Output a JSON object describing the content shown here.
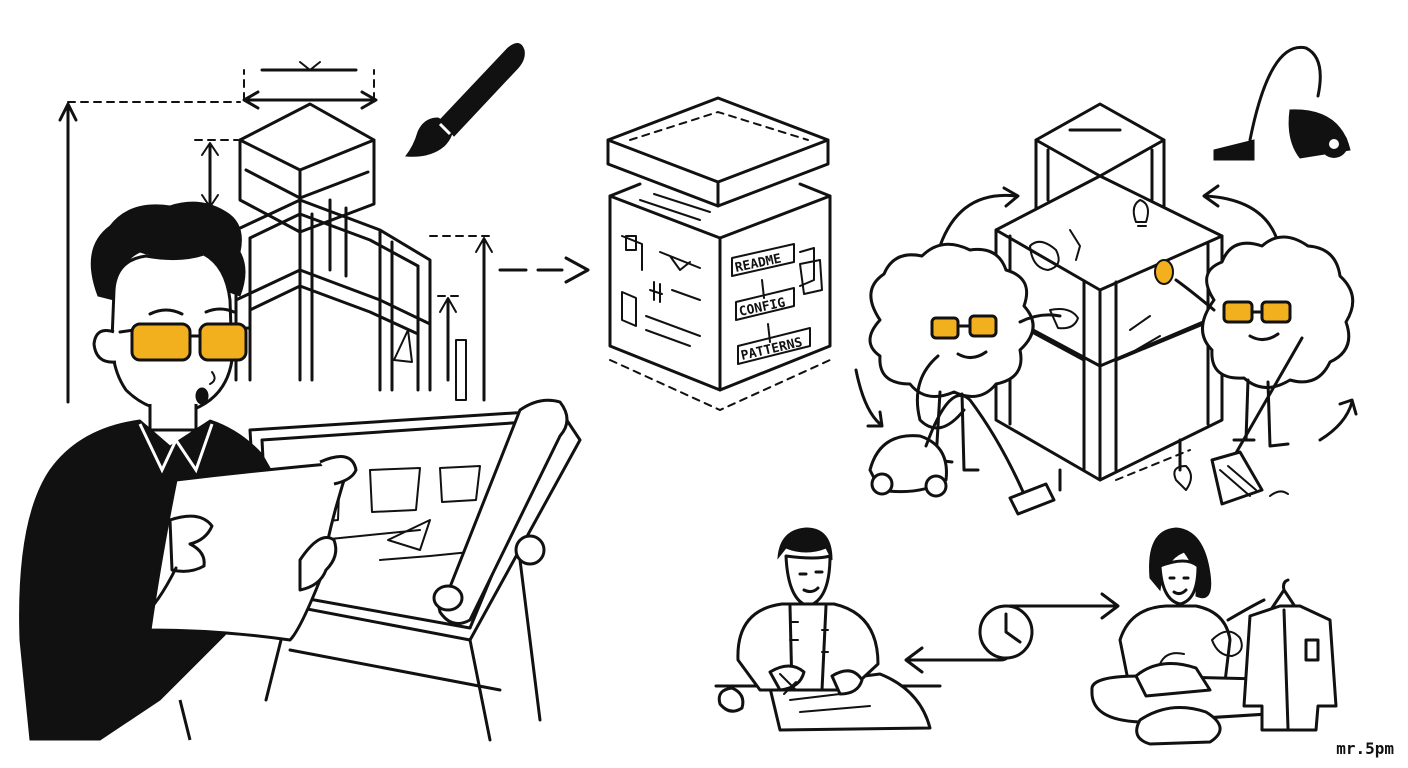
{
  "box": {
    "readme": "README",
    "config": "CONFIG",
    "patterns": "PATTERNS"
  },
  "signature": "mr.5pm",
  "accent_color": "#f2b01e",
  "icons": [
    "paintbrush-icon",
    "vacuum-cleaner-icon",
    "clock-icon"
  ]
}
